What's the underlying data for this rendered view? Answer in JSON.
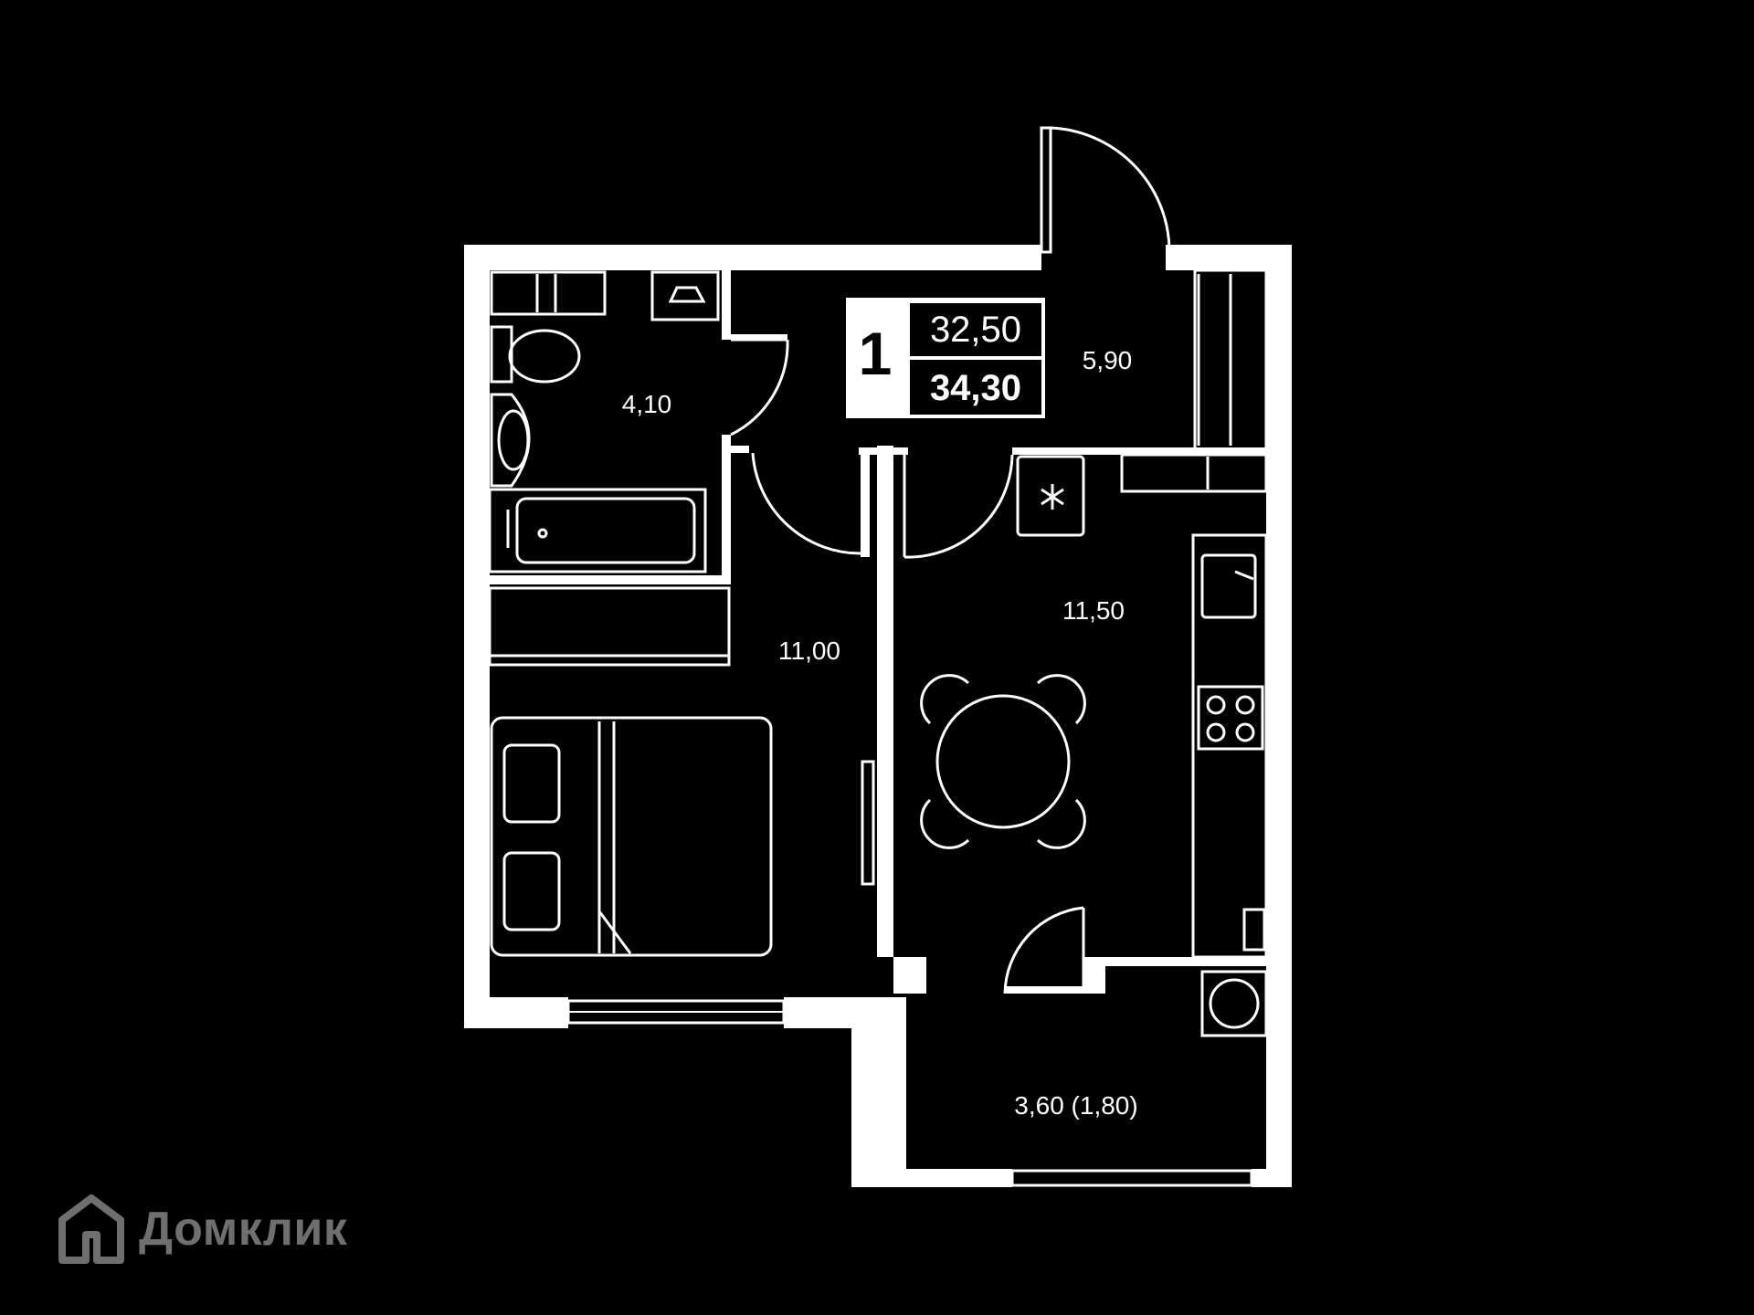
{
  "summary": {
    "rooms": "1",
    "living_area": "32,50",
    "total_area": "34,30"
  },
  "rooms": [
    {
      "id": "bathroom",
      "area": "4,10"
    },
    {
      "id": "hallway",
      "area": "5,90"
    },
    {
      "id": "bedroom",
      "area": "11,00"
    },
    {
      "id": "kitchen",
      "area": "11,50"
    },
    {
      "id": "balcony",
      "area": "3,60 (1,80)"
    }
  ],
  "watermark": {
    "text": "Домклик",
    "icon": "house-logo-icon"
  },
  "colors": {
    "background": "#000000",
    "walls": "#ffffff",
    "watermark": "#6f6f6f"
  }
}
